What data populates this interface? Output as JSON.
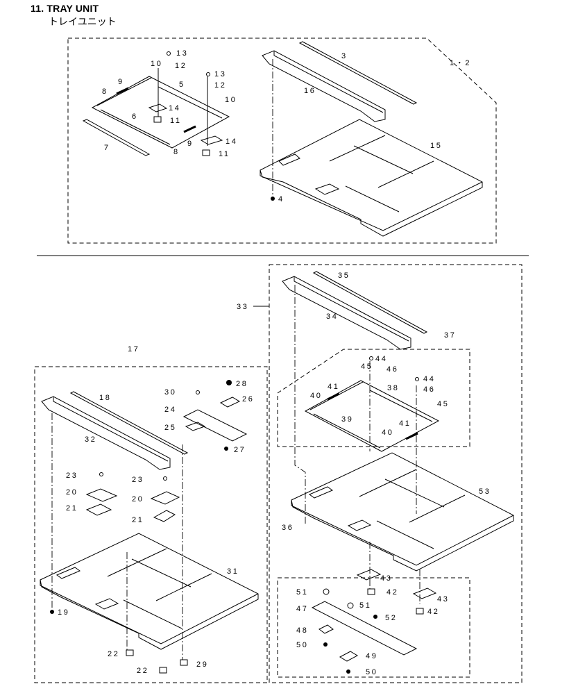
{
  "header": {
    "title": "11. TRAY UNIT",
    "subtitle": "トレイユニット"
  },
  "callouts": {
    "c1_2": "1・2",
    "c3": "3",
    "c4": "4",
    "c5": "5",
    "c6": "6",
    "c7": "7",
    "c8a": "8",
    "c8b": "8",
    "c9a": "9",
    "c9b": "9",
    "c10a": "10",
    "c10b": "10",
    "c11a": "11",
    "c11b": "11",
    "c12a": "12",
    "c12b": "12",
    "c13a": "13",
    "c13b": "13",
    "c14a": "14",
    "c14b": "14",
    "c15": "15",
    "c16": "16",
    "c17": "17",
    "c18": "18",
    "c19": "19",
    "c20a": "20",
    "c20b": "20",
    "c21a": "21",
    "c21b": "21",
    "c22a": "22",
    "c22b": "22",
    "c23a": "23",
    "c23b": "23",
    "c24": "24",
    "c25": "25",
    "c26": "26",
    "c27": "27",
    "c28": "28",
    "c29": "29",
    "c30": "30",
    "c31": "31",
    "c32": "32",
    "c33": "33",
    "c34": "34",
    "c35": "35",
    "c36": "36",
    "c37": "37",
    "c38": "38",
    "c39": "39",
    "c40a": "40",
    "c40b": "40",
    "c41a": "41",
    "c41b": "41",
    "c42a": "42",
    "c42b": "42",
    "c43a": "43",
    "c43b": "43",
    "c44a": "44",
    "c44b": "44",
    "c45a": "45",
    "c45b": "45",
    "c46a": "46",
    "c46b": "46",
    "c47": "47",
    "c48": "48",
    "c49": "49",
    "c50a": "50",
    "c50b": "50",
    "c51a": "51",
    "c51b": "51",
    "c52": "52",
    "c53": "53"
  }
}
